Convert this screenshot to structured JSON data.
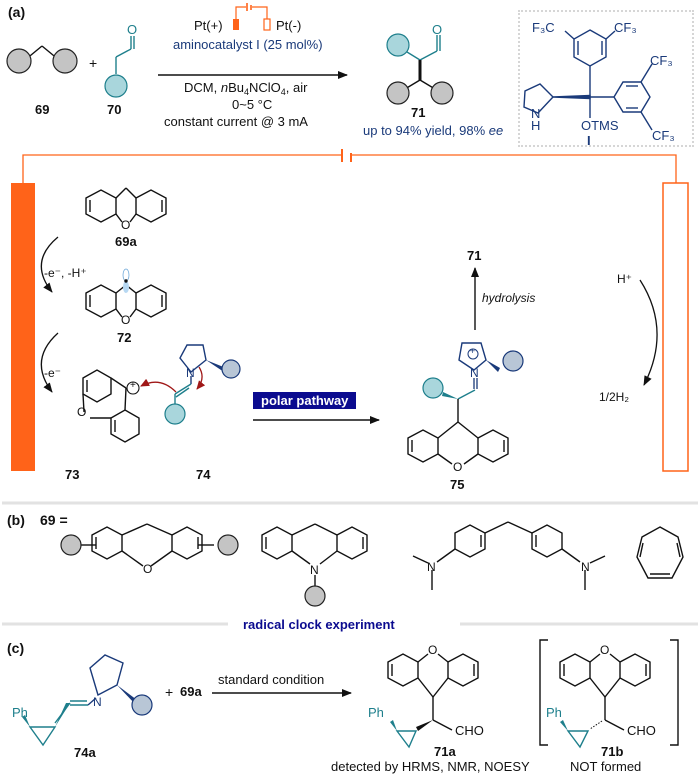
{
  "panels": {
    "a": {
      "tag": "(a)",
      "reactant1_label": "69",
      "reactant2_label": "70",
      "plus": "+",
      "product_label": "71",
      "electrode_plus": "Pt(+)",
      "electrode_minus": "Pt(-)",
      "catalyst_line": "aminocatalyst I (25 mol%)",
      "condition_1_pre": "DCM, ",
      "condition_1_italic": "n",
      "condition_1_bu": "Bu",
      "condition_1_sub4": "4",
      "condition_1_mid": "NClO",
      "condition_1_sub4b": "4",
      "condition_1_post": ", air",
      "condition_2": "0~5 °C",
      "condition_3": "constant current @ 3 mA",
      "result_pre": "up to 94% yield, 98% ",
      "result_ee": "ee",
      "catalyst_box": {
        "cf3_tl": "F₃C",
        "cf3_tr": "CF₃",
        "cf3_r1": "CF₃",
        "cf3_r2": "CF₃",
        "nh_n": "N",
        "nh_h": "H",
        "otms": "OTMS",
        "label": "I"
      }
    },
    "mechanism": {
      "label_69a": "69a",
      "label_72": "72",
      "label_73": "73",
      "label_74": "74",
      "label_75": "75",
      "label_71": "71",
      "step1": "-e⁻, -H⁺",
      "step2": "-e⁻",
      "polar_pathway": "polar pathway",
      "hydrolysis": "hydrolysis",
      "proton": "H⁺",
      "hydrogen": "1/2H₂",
      "oxygen": "O",
      "nitrogen": "N",
      "plus_charge": "+"
    },
    "b": {
      "tag": "(b)",
      "lhs": "69 =",
      "n_atom": "N"
    },
    "c": {
      "tag": "(c)",
      "title": "radical clock experiment",
      "reactant_label": "74a",
      "plus": "+",
      "reagent": "69a",
      "condition": "standard condition",
      "ph": "Ph",
      "cho": "CHO",
      "product_a_label": "71a",
      "product_b_label": "71b",
      "product_a_note": "detected by HRMS, NMR, NOESY",
      "product_b_note": "NOT formed"
    }
  },
  "colors": {
    "electrode_orange": "#ff6319",
    "teal": "#1e7f8c",
    "navy": "#1a3a7a",
    "pill_blue": "#0b0b8f",
    "gray_sub": "#c8c8c8",
    "arrow_red": "#a01818"
  }
}
